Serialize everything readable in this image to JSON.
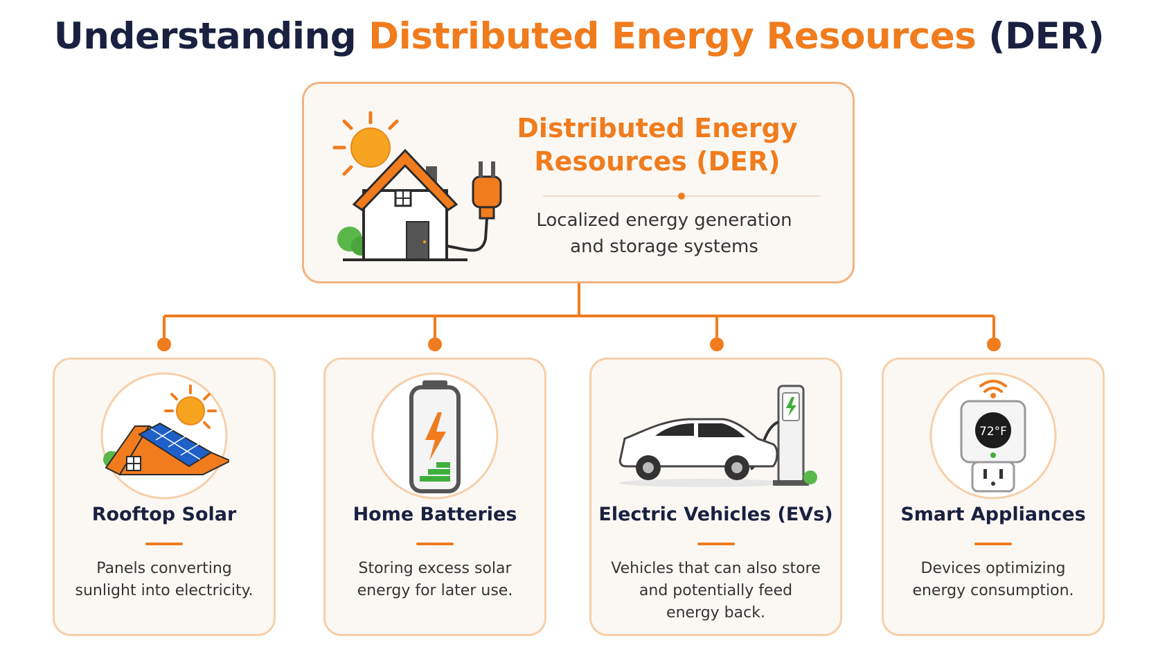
{
  "header": {
    "title_part1": "Understanding ",
    "title_accent": "Distributed Energy Resources",
    "title_part3": " (DER)"
  },
  "main": {
    "title_line1": "Distributed Energy",
    "title_line2": "Resources (DER)",
    "desc_line1": "Localized energy generation",
    "desc_line2": "and storage systems",
    "icon": "house-sun-plug-icon"
  },
  "colors": {
    "accent": "#f07c1e",
    "navy": "#1a2140",
    "card_bg": "#fbf8f4",
    "card_border": "#f7cfa9",
    "battery_green": "#3fae3a"
  },
  "cards": [
    {
      "title": "Rooftop Solar",
      "desc_lines": [
        "Panels converting",
        "sunlight into electricity."
      ],
      "icon": "rooftop-solar-icon"
    },
    {
      "title": "Home Batteries",
      "desc_lines": [
        "Storing excess solar",
        "energy for later use."
      ],
      "icon": "battery-icon"
    },
    {
      "title": "Electric Vehicles (EVs)",
      "desc_lines": [
        "Vehicles that can also store",
        "and potentially feed",
        "energy back."
      ],
      "icon": "ev-charger-icon"
    },
    {
      "title": "Smart Appliances",
      "desc_lines": [
        "Devices optimizing",
        "energy consumption."
      ],
      "icon": "smart-plug-icon",
      "display_text": "72°F"
    }
  ]
}
